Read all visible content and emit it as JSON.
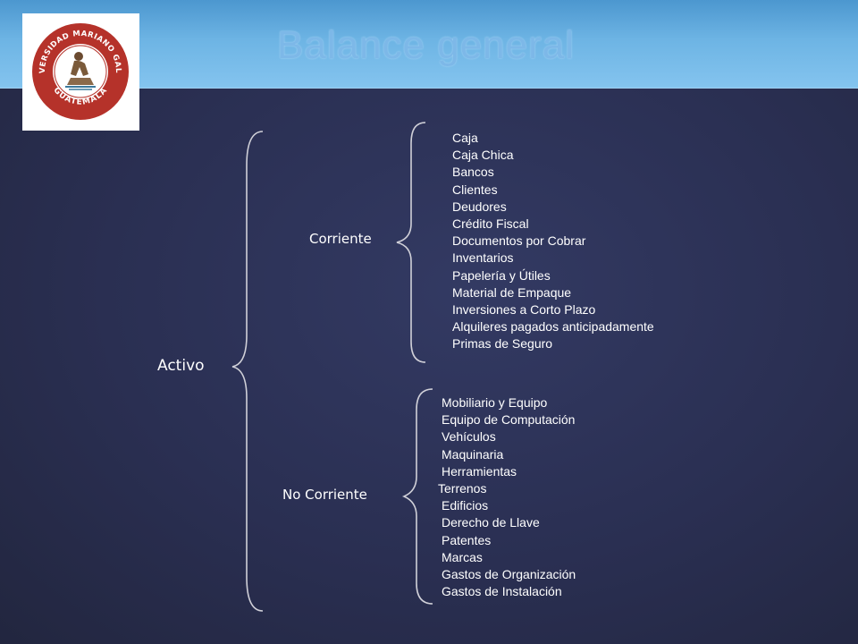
{
  "slide": {
    "title": "Balance general",
    "logo": {
      "top_text": "UNIVERSIDAD MARIANO GALVEZ",
      "bottom_text": "GUATEMALA"
    }
  },
  "tree": {
    "root": "Activo",
    "corriente": {
      "label": "Corriente",
      "items": [
        "Caja",
        "Caja Chica",
        "Bancos",
        "Clientes",
        "Deudores",
        "Crédito Fiscal",
        "Documentos por Cobrar",
        "Inventarios",
        "Papelería y Útiles",
        "Material de Empaque",
        "Inversiones a Corto Plazo",
        "Alquileres pagados anticipadamente",
        "Primas de Seguro"
      ]
    },
    "no_corriente": {
      "label": "No Corriente",
      "items": [
        "Mobiliario y Equipo",
        "Equipo de Computación",
        "Vehículos",
        "Maquinaria",
        "Herramientas",
        "Terrenos",
        "Edificios",
        "Derecho de Llave",
        "Patentes",
        "Marcas",
        "Gastos de Organización",
        "Gastos de Instalación"
      ]
    }
  },
  "colors": {
    "background": "#2a2f52",
    "header": "#6db4e4",
    "text": "#ffffff",
    "brace": "#d0d0d8",
    "logo_red": "#b5322a"
  }
}
